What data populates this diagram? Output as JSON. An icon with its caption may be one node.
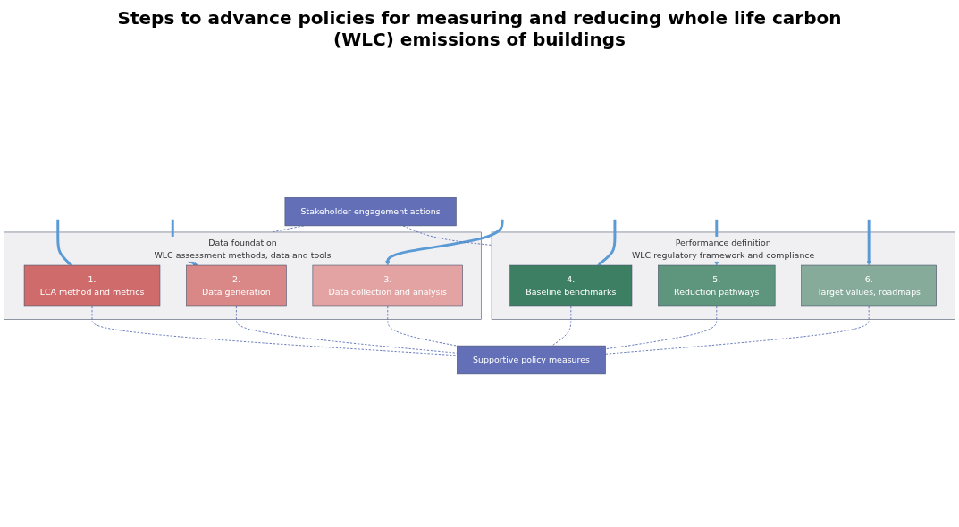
{
  "diagram": {
    "title": "Steps to advance policies for measuring and reducing whole life carbon (WLC) emissions of buildings",
    "nodes": [
      {
        "text": [
          "Stakeholder engagement actions"
        ]
      },
      {
        "text": [
          "Data foundation",
          "WLC assessment methods, data and tools"
        ]
      },
      {
        "text": [
          "1.",
          "LCA method and metrics"
        ],
        "in": 1
      },
      {
        "text": [
          "2.",
          "Data generation"
        ],
        "in": 1
      },
      {
        "text": [
          "3.",
          "Data collection and analysis"
        ],
        "in": 1
      },
      {
        "text": [
          "Performance definition",
          "WLC regulatory framework and compliance"
        ]
      },
      {
        "text": [
          "4.",
          "Baseline benchmarks"
        ],
        "in": 5
      },
      {
        "text": [
          "5.",
          "Reduction pathways"
        ],
        "in": 5
      },
      {
        "text": [
          "6.",
          "Target values, roadmaps"
        ],
        "in": 5
      },
      {
        "text": [
          "Supportive policy measures"
        ]
      }
    ],
    "edges": [
      {
        "from": 0,
        "to": 1,
        "arrow": "none",
        "style": "dashed"
      },
      {
        "from": 0,
        "to": 5,
        "arrow": "none",
        "style": "dashed"
      },
      {
        "from": 2,
        "to": 9,
        "arrow": "none",
        "style": "dashed"
      },
      {
        "from": 3,
        "to": 9,
        "arrow": "none",
        "style": "dashed"
      },
      {
        "from": 4,
        "to": 9,
        "arrow": "none",
        "style": "dashed"
      },
      {
        "from": 6,
        "to": 9,
        "arrow": "none",
        "style": "dashed"
      },
      {
        "from": 7,
        "to": 9,
        "arrow": "none",
        "style": "dashed"
      },
      {
        "from": 8,
        "to": 9,
        "arrow": "none",
        "style": "dashed"
      },
      {
        "from": null,
        "to": 2,
        "arrow": "to",
        "style": "thick",
        "color": "#5b9bd5"
      },
      {
        "from": null,
        "to": 3,
        "arrow": "to",
        "style": "thick",
        "color": "#5b9bd5"
      },
      {
        "from": null,
        "to": 4,
        "arrow": "to",
        "style": "thick",
        "color": "#5b9bd5"
      },
      {
        "from": null,
        "to": 6,
        "arrow": "to",
        "style": "thick",
        "color": "#5b9bd5"
      },
      {
        "from": null,
        "to": 7,
        "arrow": "to",
        "style": "thick",
        "color": "#5b9bd5"
      },
      {
        "from": null,
        "to": 8,
        "arrow": "to",
        "style": "thick",
        "color": "#5b9bd5"
      }
    ]
  }
}
